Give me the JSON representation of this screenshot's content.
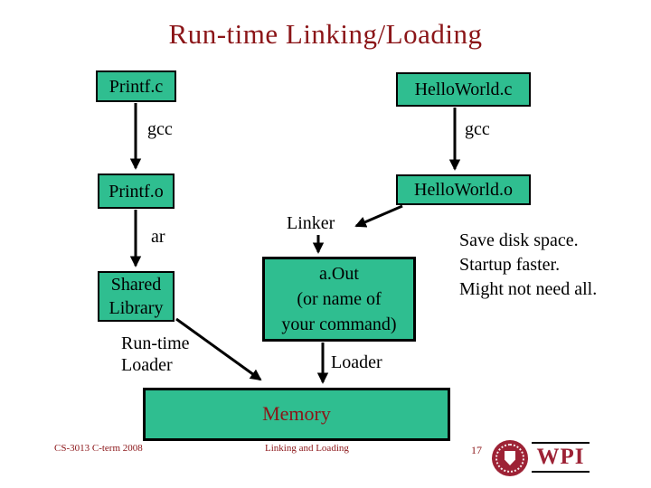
{
  "slide": {
    "title": "Run-time Linking/Loading",
    "footer": {
      "course": "CS-3013 C-term 2008",
      "center": "Linking and Loading",
      "page": "17"
    },
    "logo": {
      "text": "WPI"
    },
    "colors": {
      "box_green": "#2fbe90",
      "maroon": "#8b1518",
      "logo_crimson": "#9d2235",
      "text_black": "#000000"
    }
  },
  "diagram": {
    "boxes": {
      "printf_c": "Printf.c",
      "helloworld_c": "HelloWorld.c",
      "printf_o": "Printf.o",
      "helloworld_o": "HelloWorld.o",
      "aout_lines": [
        "a.Out",
        "(or name of",
        "your command)"
      ],
      "shared_library_lines": [
        "Shared",
        "Library"
      ],
      "memory": "Memory"
    },
    "labels": {
      "gcc_left": "gcc",
      "gcc_right": "gcc",
      "ar": "ar",
      "linker": "Linker",
      "loader": "Loader",
      "runtime_loader_lines": [
        "Run-time",
        "Loader"
      ]
    },
    "notes_lines": [
      "Save disk space.",
      "Startup faster.",
      "Might not need all."
    ]
  }
}
